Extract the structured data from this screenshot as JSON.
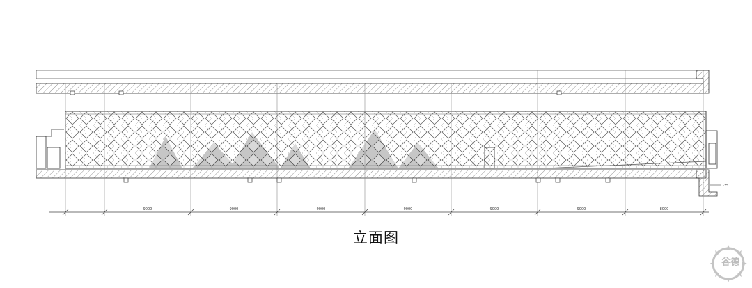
{
  "caption": "立面图",
  "dimensions": {
    "bays": [
      "9000",
      "9000",
      "9000",
      "9000",
      "9000",
      "9000",
      "8000"
    ],
    "side_level_mark": "-35"
  },
  "watermark": {
    "text": "谷德"
  },
  "colors": {
    "line": "#333333",
    "hatch": "#777777",
    "shade": "#bdbdbd"
  }
}
